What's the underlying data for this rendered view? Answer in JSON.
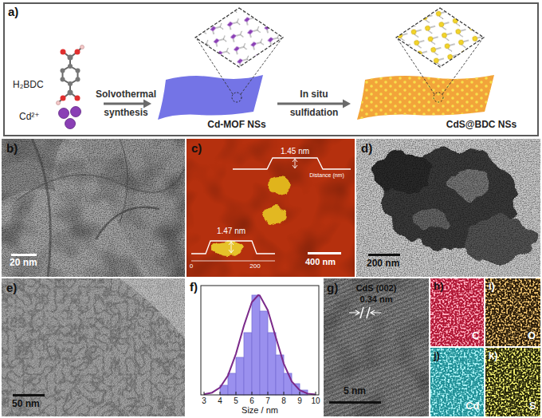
{
  "diagram": {
    "nodes": [
      {
        "text": [
          "a)"
        ]
      },
      {
        "text": [
          "H₂BDC",
          "Cd²⁺"
        ],
        "in": 0
      },
      {
        "text": [
          "Cd-MOF NSs"
        ],
        "in": 0
      },
      {
        "text": [
          "CdS@BDC NSs"
        ],
        "in": 0
      },
      {
        "text": [
          "b)",
          "20 nm"
        ]
      },
      {
        "text": [
          "c)",
          "1.45 nm",
          "Distance (nm)",
          "1.47 nm",
          "0",
          "200",
          "400 nm"
        ]
      },
      {
        "text": [
          "d)",
          "200 nm"
        ]
      },
      {
        "text": [
          "e)",
          "50 nm"
        ]
      },
      {
        "text": [
          "f)",
          "3",
          "4",
          "5",
          "6",
          "7",
          "8",
          "9",
          "10",
          "Size / nm"
        ]
      },
      {
        "text": [
          "g)",
          "CdS (002)",
          "0.34 nm",
          "5 nm"
        ]
      },
      {
        "text": [
          "h)",
          "C"
        ]
      },
      {
        "text": [
          "i)",
          "O"
        ]
      },
      {
        "text": [
          "j)",
          "Cd"
        ]
      },
      {
        "text": [
          "k)",
          "S"
        ]
      }
    ],
    "edges": [
      {
        "from": 1,
        "to": 2,
        "arrow": "to"
      },
      {
        "from": 2,
        "to": 3,
        "arrow": "to"
      }
    ],
    "labels": [
      "Solvothermal",
      "synthesis",
      "In situ",
      "sulfidation"
    ]
  }
}
